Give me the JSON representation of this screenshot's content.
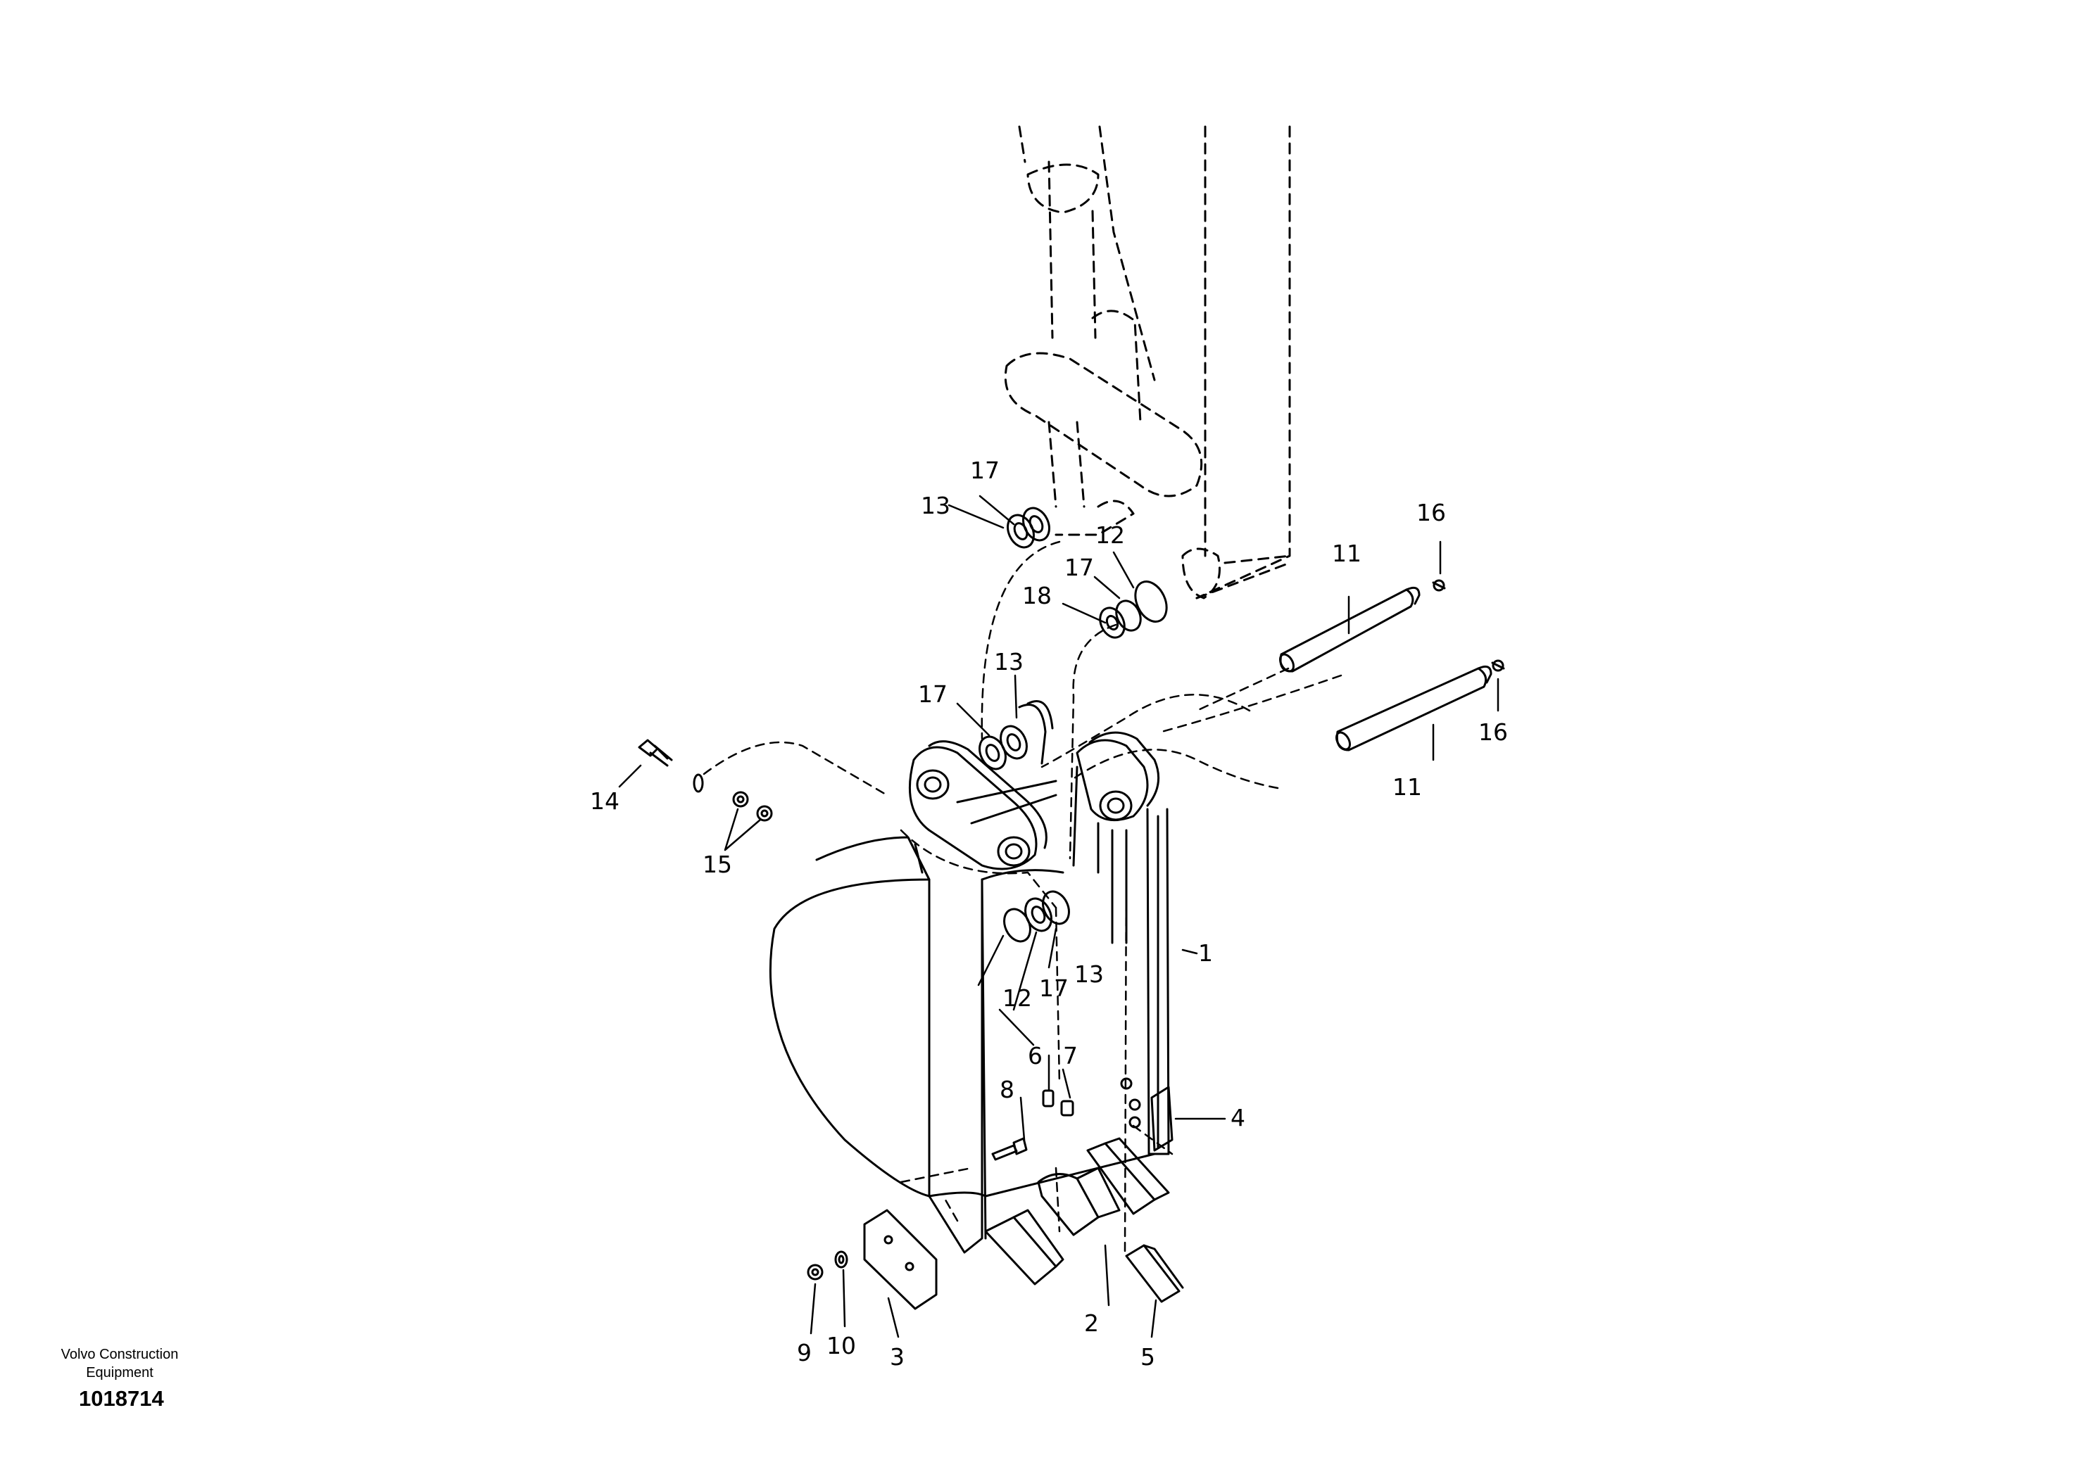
{
  "diagram": {
    "callouts": [
      "1",
      "2",
      "3",
      "4",
      "5",
      "6",
      "7",
      "8",
      "9",
      "10",
      "11",
      "11",
      "12",
      "12",
      "13",
      "13",
      "13",
      "14",
      "15",
      "16",
      "16",
      "17",
      "17",
      "17",
      "17",
      "18"
    ]
  },
  "footer": {
    "brand": "Volvo Construction Equipment",
    "document_number": "1018714"
  }
}
